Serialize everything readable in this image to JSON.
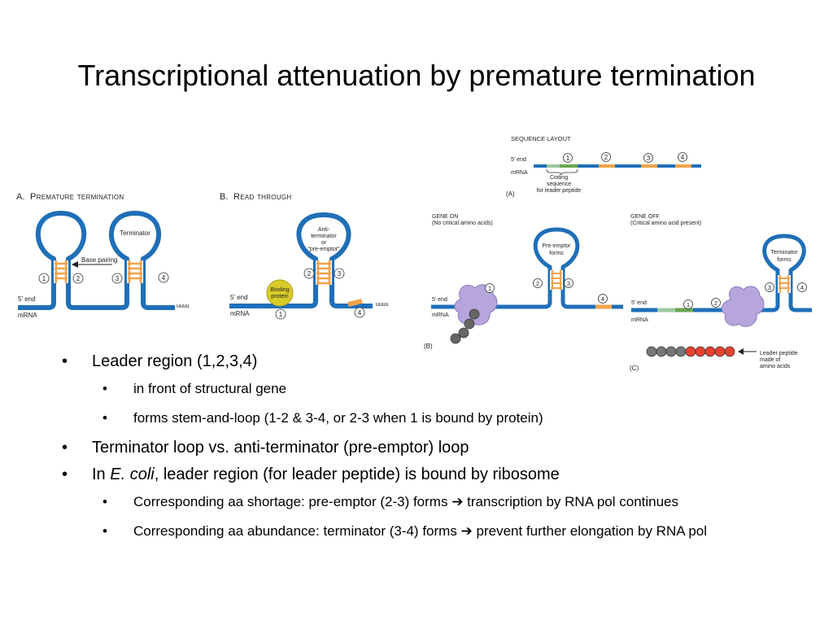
{
  "title": "Transcriptional attenuation by premature termination",
  "colors": {
    "rna": "#1f6fb8",
    "pairing": "#f2a24a",
    "coding_light": "#9cc9a0",
    "coding_dark": "#6aa84f",
    "ribosome": "#b7a6dd",
    "protein": "#d9cc2a",
    "aa_gray": "#777777",
    "aa_red": "#e8412f"
  },
  "diagram": {
    "panel_a": {
      "heading_prefix": "A.",
      "heading": "Premature termination",
      "labels": {
        "five_end": "5' end",
        "mrna": "mRNA",
        "terminator": "Terminator",
        "base_pairing": "Base pairing",
        "uuuu": "uuuu"
      },
      "markers": [
        "1",
        "2",
        "3",
        "4"
      ]
    },
    "panel_b": {
      "heading_prefix": "B.",
      "heading": "Read through",
      "labels": {
        "anti_1": "Anti-",
        "anti_2": "terminator",
        "anti_3": "or",
        "anti_4": "\"pre-emptor\"",
        "binding_1": "Binding",
        "binding_2": "protein",
        "five_end": "5' end",
        "mrna": "mRNA",
        "uuuu": "uuuu"
      },
      "markers": [
        "1",
        "2",
        "3",
        "4"
      ]
    },
    "panel_seq": {
      "heading": "SEQUENCE LAYOUT",
      "labels": {
        "five_end": "5' end",
        "mrna": "mRNA",
        "coding_1": "Coding",
        "coding_2": "sequence",
        "coding_3": "for leader peptide",
        "tag": "(A)"
      },
      "markers": [
        "1",
        "2",
        "3",
        "4"
      ]
    },
    "panel_gene_on": {
      "heading": "GENE ON",
      "sub": "(No critical amino acids)",
      "labels": {
        "pre_1": "Pre-emptor",
        "pre_2": "forms",
        "five_end": "5' end",
        "mrna": "mRNA",
        "tag": "(B)"
      },
      "markers": [
        "1",
        "2",
        "3",
        "4"
      ]
    },
    "panel_gene_off": {
      "heading": "GENE OFF",
      "sub": "(Critical amino acid present)",
      "labels": {
        "term_1": "Terminator",
        "term_2": "forms",
        "five_end": "5' end",
        "mrna": "mRNA",
        "tag": "(C)",
        "leader_1": "Leader peptide",
        "leader_2": "made of",
        "leader_3": "amino acids"
      },
      "markers": [
        "1",
        "2",
        "3",
        "4"
      ]
    }
  },
  "bullets": {
    "b1": "Leader region (1,2,3,4)",
    "b1_sub1": "in front of structural gene",
    "b1_sub2": "forms stem-and-loop (1-2 & 3-4, or 2-3 when 1 is bound by protein)",
    "b2": "Terminator loop vs. anti-terminator (pre-emptor) loop",
    "b3_prefix": "In ",
    "b3_italic": "E. coli",
    "b3_rest": ", leader region (for leader peptide) is bound by ribosome",
    "b3_sub1_a": "Corresponding aa shortage: pre-emptor (2-3) forms ",
    "b3_sub1_arrow": "➔",
    "b3_sub1_b": " transcription by RNA pol continues",
    "b3_sub2_a": "Corresponding aa abundance: terminator (3-4) forms ",
    "b3_sub2_arrow": "➔",
    "b3_sub2_b": " prevent further elongation by RNA pol"
  }
}
